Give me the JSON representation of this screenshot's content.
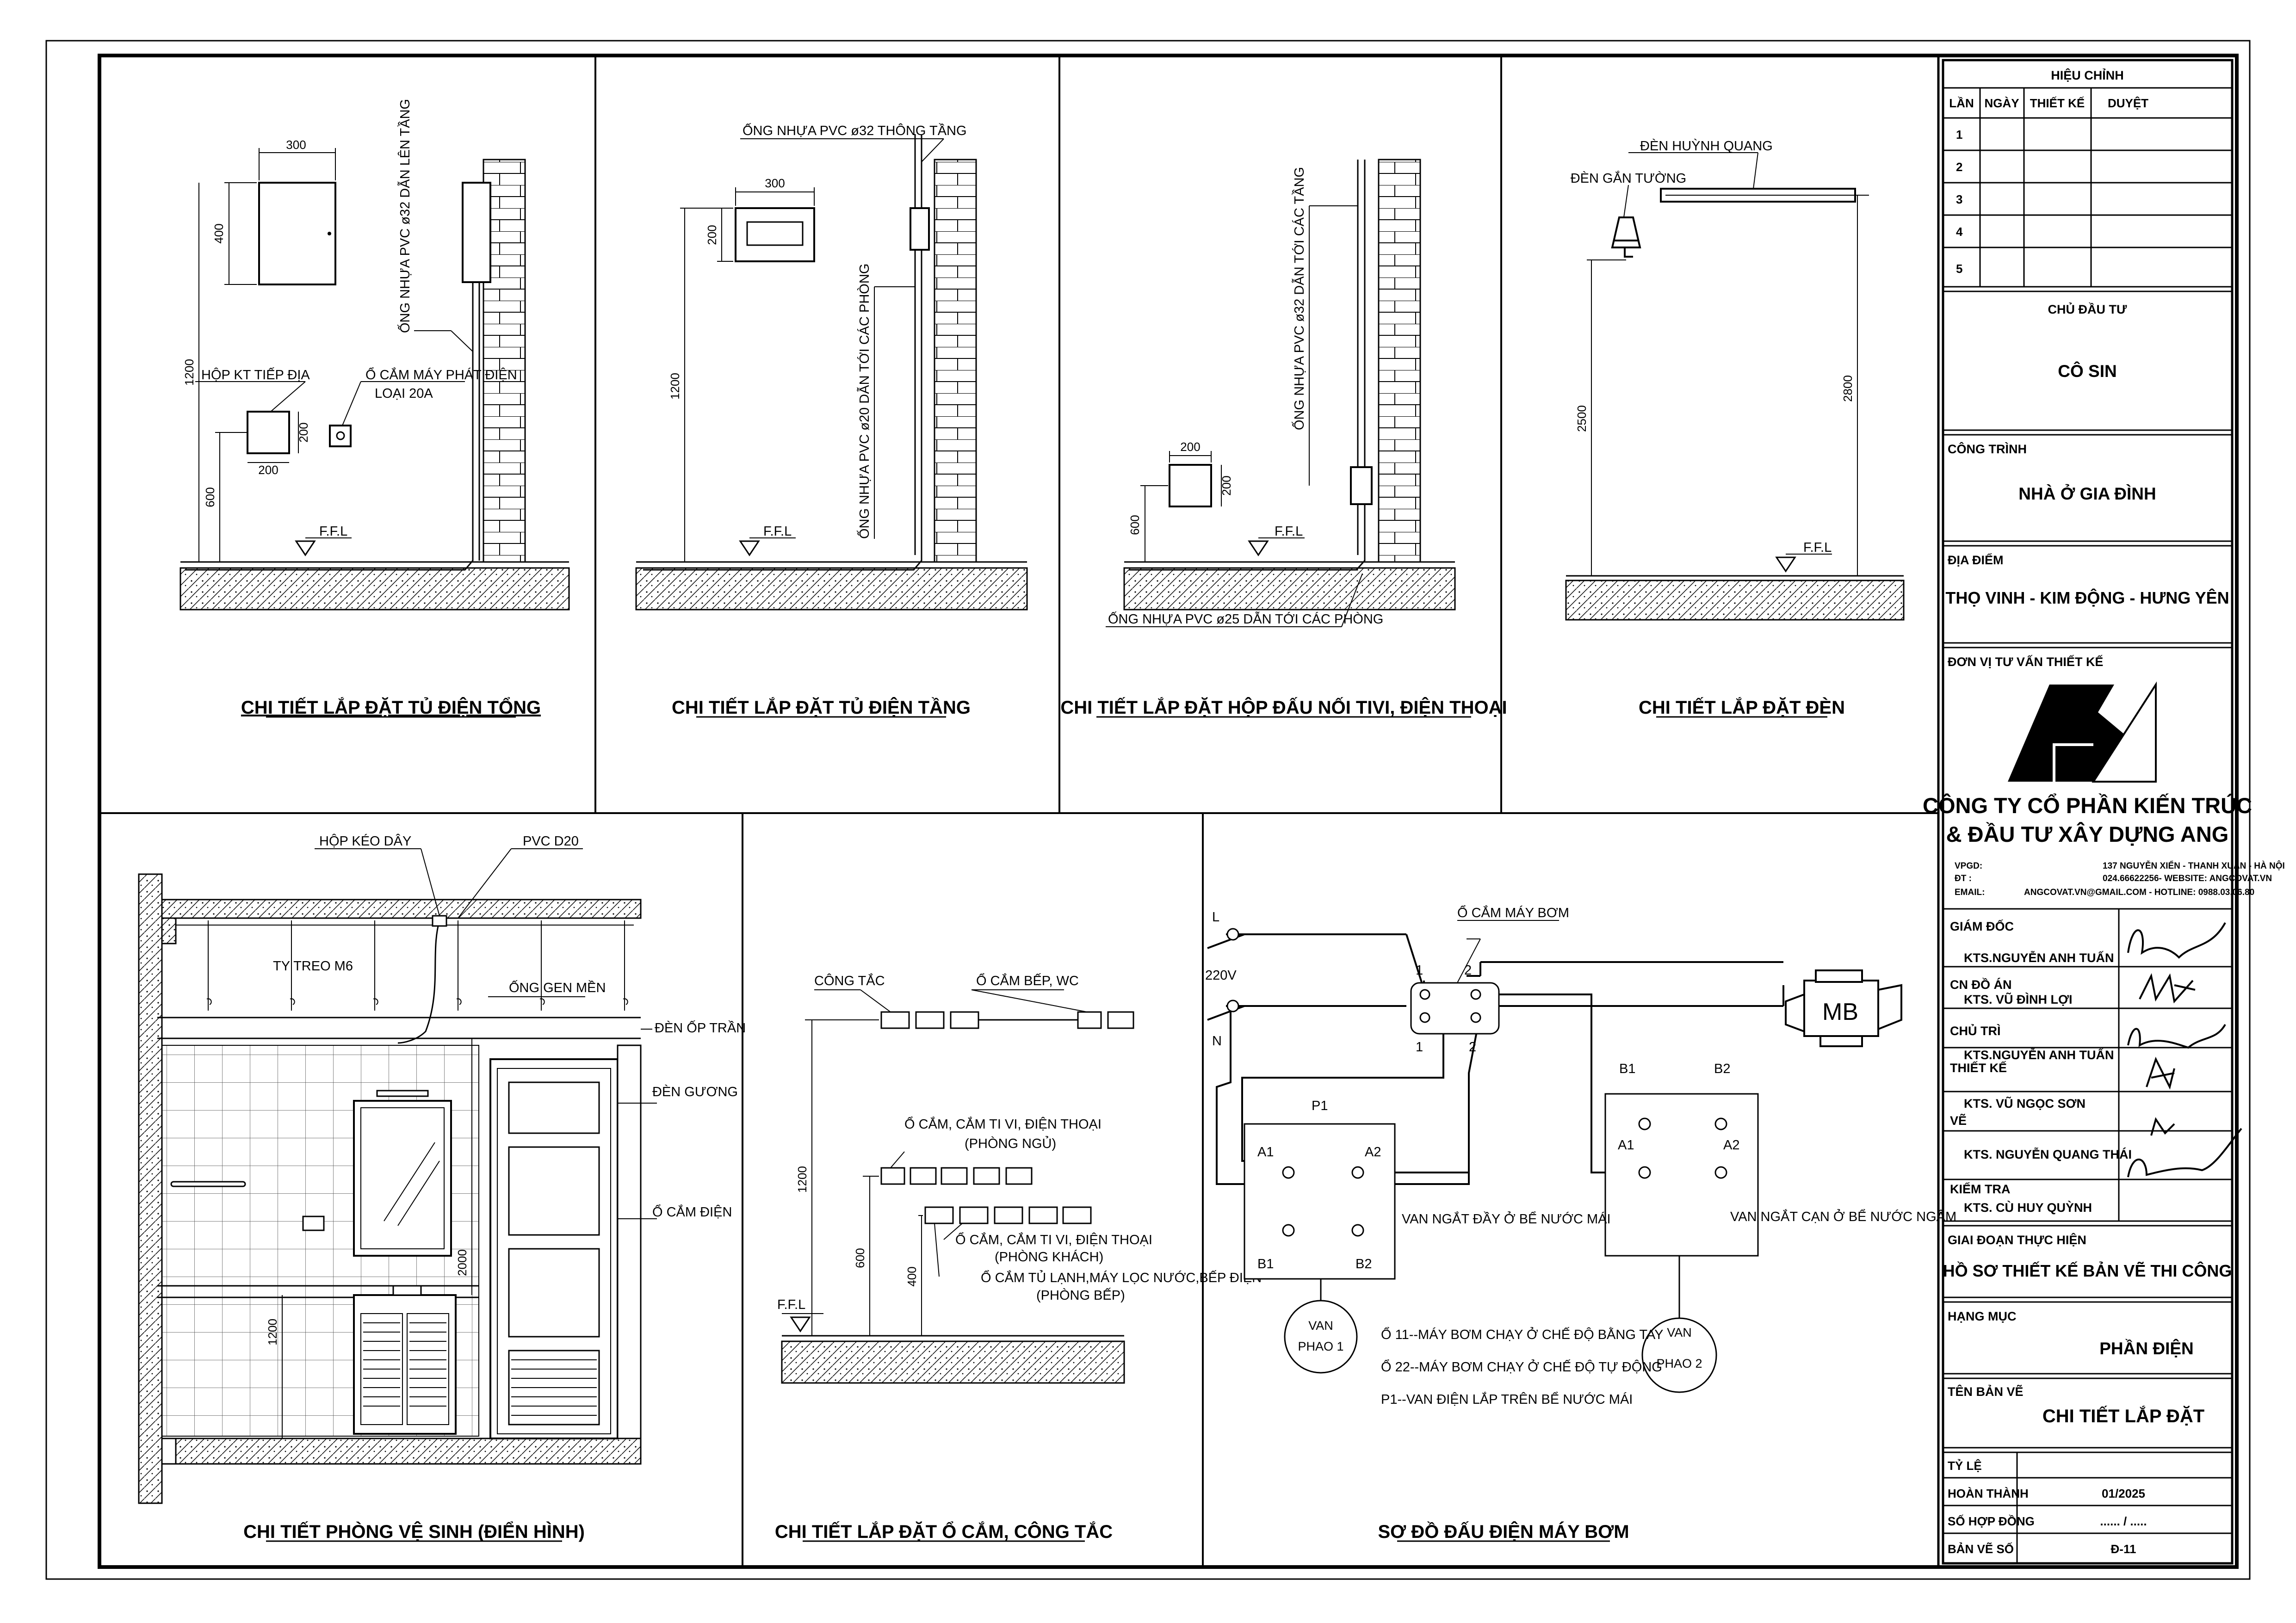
{
  "panels": {
    "p1": {
      "title": "CHI TIẾT LẮP ĐẶT TỦ ĐIỆN TỔNG",
      "dim_top": "300",
      "dim_side": "400",
      "dim_1200": "1200",
      "dim_600": "600",
      "dim_box_w": "200",
      "dim_box_h": "200",
      "pipe_label": "ỐNG NHỰA PVC ø32 DẪN LÊN TẦNG",
      "box_label": "HỘP KT TIẾP ĐỊA",
      "socket_label_1": "Ổ CẮM MÁY PHÁT ĐIỆN",
      "socket_label_2": "LOẠI 20A",
      "ffl": "F.F.L"
    },
    "p2": {
      "title": "CHI TIẾT LẮP ĐẶT TỦ ĐIỆN TẦNG",
      "dim_top": "300",
      "dim_side": "200",
      "dim_1200": "1200",
      "pipe_top": "ỐNG NHỰA PVC ø32 THÔNG TẦNG",
      "pipe_side": "ỐNG NHỰA PVC ø20 DẪN TỚI CÁC PHÒNG",
      "ffl": "F.F.L"
    },
    "p3": {
      "title": "CHI TIẾT LẮP ĐẶT HỘP ĐẤU NỐI TIVI, ĐIỆN THOẠI",
      "dim_w": "200",
      "dim_h": "200",
      "dim_600": "600",
      "pipe_up": "ỐNG NHỰA PVC ø32 DẪN TỚI CÁC TẦNG",
      "pipe_low": "ỐNG NHỰA PVC ø25 DẪN TỚI CÁC PHÒNG",
      "ffl": "F.F.L"
    },
    "p4": {
      "title": "CHI TIẾT LẮP ĐẶT ĐÈN",
      "wall_lamp": "ĐÈN GẮN TƯỜNG",
      "fluor": "ĐÈN HUỲNH QUANG",
      "dim_2500": "2500",
      "dim_2800": "2800",
      "ffl": "F.F.L"
    },
    "p5": {
      "title": "CHI TIẾT PHÒNG VỆ SINH (ĐIỂN HÌNH)",
      "pull_box": "HỘP KÉO DÂY",
      "pvc": "PVC D20",
      "rod": "TY TREO M6",
      "hose": "ỐNG GEN MỀN",
      "ceiling_lamp": "ĐÈN ỐP TRẦN",
      "mirror_lamp": "ĐÈN GƯƠNG",
      "socket": "Ổ CẮM ĐIỆN",
      "dim_2000": "2000",
      "dim_1200": "1200"
    },
    "p6": {
      "title": "CHI TIẾT LẮP ĐẶT Ổ CẮM, CÔNG TẮC",
      "switch": "CÔNG TẮC",
      "kitchen": "Ổ CẮM BẾP, WC",
      "bed_1": "Ổ CẮM, CẮM TI VI, ĐIỆN THOẠI",
      "bed_2": "(PHÒNG NGỦ)",
      "liv_1": "Ổ CẮM, CẮM TI VI, ĐIỆN THOẠI",
      "liv_2": "(PHÒNG KHÁCH)",
      "kit_1": "Ổ CẮM TỦ LẠNH,MÁY LỌC NƯỚC,BẾP ĐIỆN",
      "kit_2": "(PHÒNG BẾP)",
      "dim_1200": "1200",
      "dim_600": "600",
      "dim_400": "400",
      "ffl": "F.F.L"
    },
    "p7": {
      "title": "SƠ ĐỒ ĐẤU ĐIỆN MÁY BƠM",
      "L": "L",
      "N": "N",
      "v": "220V",
      "socket": "Ổ CẮM MÁY BƠM",
      "mb": "MB",
      "p1": "P1",
      "a1": "A1",
      "a2": "A2",
      "b1": "B1",
      "b2": "B2",
      "n1": "1",
      "n2": "2",
      "van_full": "VAN NGẮT ĐẦY Ở BỂ NƯỚC MÁI",
      "van_empty": "VAN NGẮT CẠN Ở BỂ NƯỚC NGẦM",
      "van": "VAN",
      "phao1": "PHAO 1",
      "phao2": "PHAO 2",
      "note1": "Ổ 11--MÁY BƠM CHẠY Ở CHẾ ĐỘ BẰNG TAY",
      "note2": "Ổ 22--MÁY BƠM CHẠY Ở CHẾ ĐỘ TỰ ĐỘNG",
      "note3": "P1--VAN ĐIỆN LẮP TRÊN BỂ NƯỚC MÁI"
    }
  },
  "title_block": {
    "revision_title": "HIỆU CHỈNH",
    "rev_headers": [
      "LẦN",
      "NGÀY",
      "THIẾT KẾ",
      "DUYỆT"
    ],
    "rev_rows": [
      "1",
      "2",
      "3",
      "4",
      "5"
    ],
    "owner_label": "CHỦ ĐẦU TƯ",
    "owner": "CÔ SIN",
    "project_label": "CÔNG TRÌNH",
    "project": "NHÀ Ở GIA ĐÌNH",
    "location_label": "ĐỊA ĐIỂM",
    "location": "THỌ VINH - KIM ĐỘNG - HƯNG YÊN",
    "consultant_label": "ĐƠN VỊ TƯ VẤN THIẾT KẾ",
    "company_1": "CÔNG TY CỔ PHẦN KIẾN TRÚC",
    "company_2": "& ĐẦU  TƯ XÂY DỰNG ANG",
    "vpgd_label": "VPGD:",
    "vpgd": "137 NGUYỄN XIỂN - THANH XUÂN - HÀ NỘI",
    "dt_label": "ĐT :",
    "dt": "024.66622256- WEBSITE: ANGCOVAT.VN",
    "email_label": "EMAIL:",
    "email": "ANGCOVAT.VN@GMAIL.COM - HOTLINE: 0988.03.06.80",
    "staff": [
      {
        "role": "GIÁM ĐỐC",
        "name": "KTS.NGUYỄN ANH TUẤN"
      },
      {
        "role": "CN ĐỒ ÁN",
        "name": "KTS. VŨ ĐÌNH LỢI"
      },
      {
        "role": "CHỦ TRÌ",
        "name": "KTS.NGUYỄN ANH TUẤN"
      },
      {
        "role": "THIẾT KẾ",
        "name": "KTS. VŨ NGỌC SƠN"
      },
      {
        "role": "VẼ",
        "name": "KTS. NGUYỄN QUANG THÁI"
      },
      {
        "role": "KIỂM TRA",
        "name": "KTS. CÙ HUY QUỲNH"
      }
    ],
    "phase_label": "GIAI ĐOẠN THỰC HIỆN",
    "phase": "HỒ SƠ THIẾT KẾ BẢN VẼ THI CÔNG",
    "item_label": "HẠNG MỤC",
    "item": "PHẦN ĐIỆN",
    "drawing_label": "TÊN BẢN VẼ",
    "drawing": "CHI TIẾT LẮP ĐẶT",
    "scale_label": "TỶ LỆ",
    "scale": "",
    "done_label": "HOÀN THÀNH",
    "done": "01/2025",
    "contract_label": "SỐ HỢP ĐỒNG",
    "contract": "...... / .....",
    "sheet_label": "BẢN VẼ SỐ",
    "sheet": "Đ-11"
  }
}
